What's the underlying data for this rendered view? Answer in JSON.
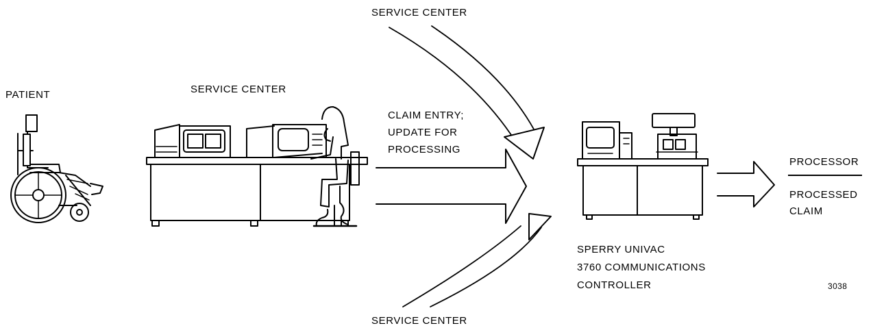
{
  "labels": {
    "service_center_top": "SERVICE CENTER",
    "patient": "PATIENT",
    "service_center_main": "SERVICE CENTER",
    "claim_entry_1": "CLAIM ENTRY;",
    "claim_entry_2": "UPDATE FOR",
    "claim_entry_3": "PROCESSING",
    "controller_1": "SPERRY UNIVAC",
    "controller_2": "3760 COMMUNICATIONS",
    "controller_3": "CONTROLLER",
    "processor": "PROCESSOR",
    "processed_1": "PROCESSED",
    "processed_2": "CLAIM",
    "service_center_bottom": "SERVICE CENTER",
    "figure_number": "3038"
  },
  "colors": {
    "ink": "#000000",
    "paper": "#ffffff"
  }
}
